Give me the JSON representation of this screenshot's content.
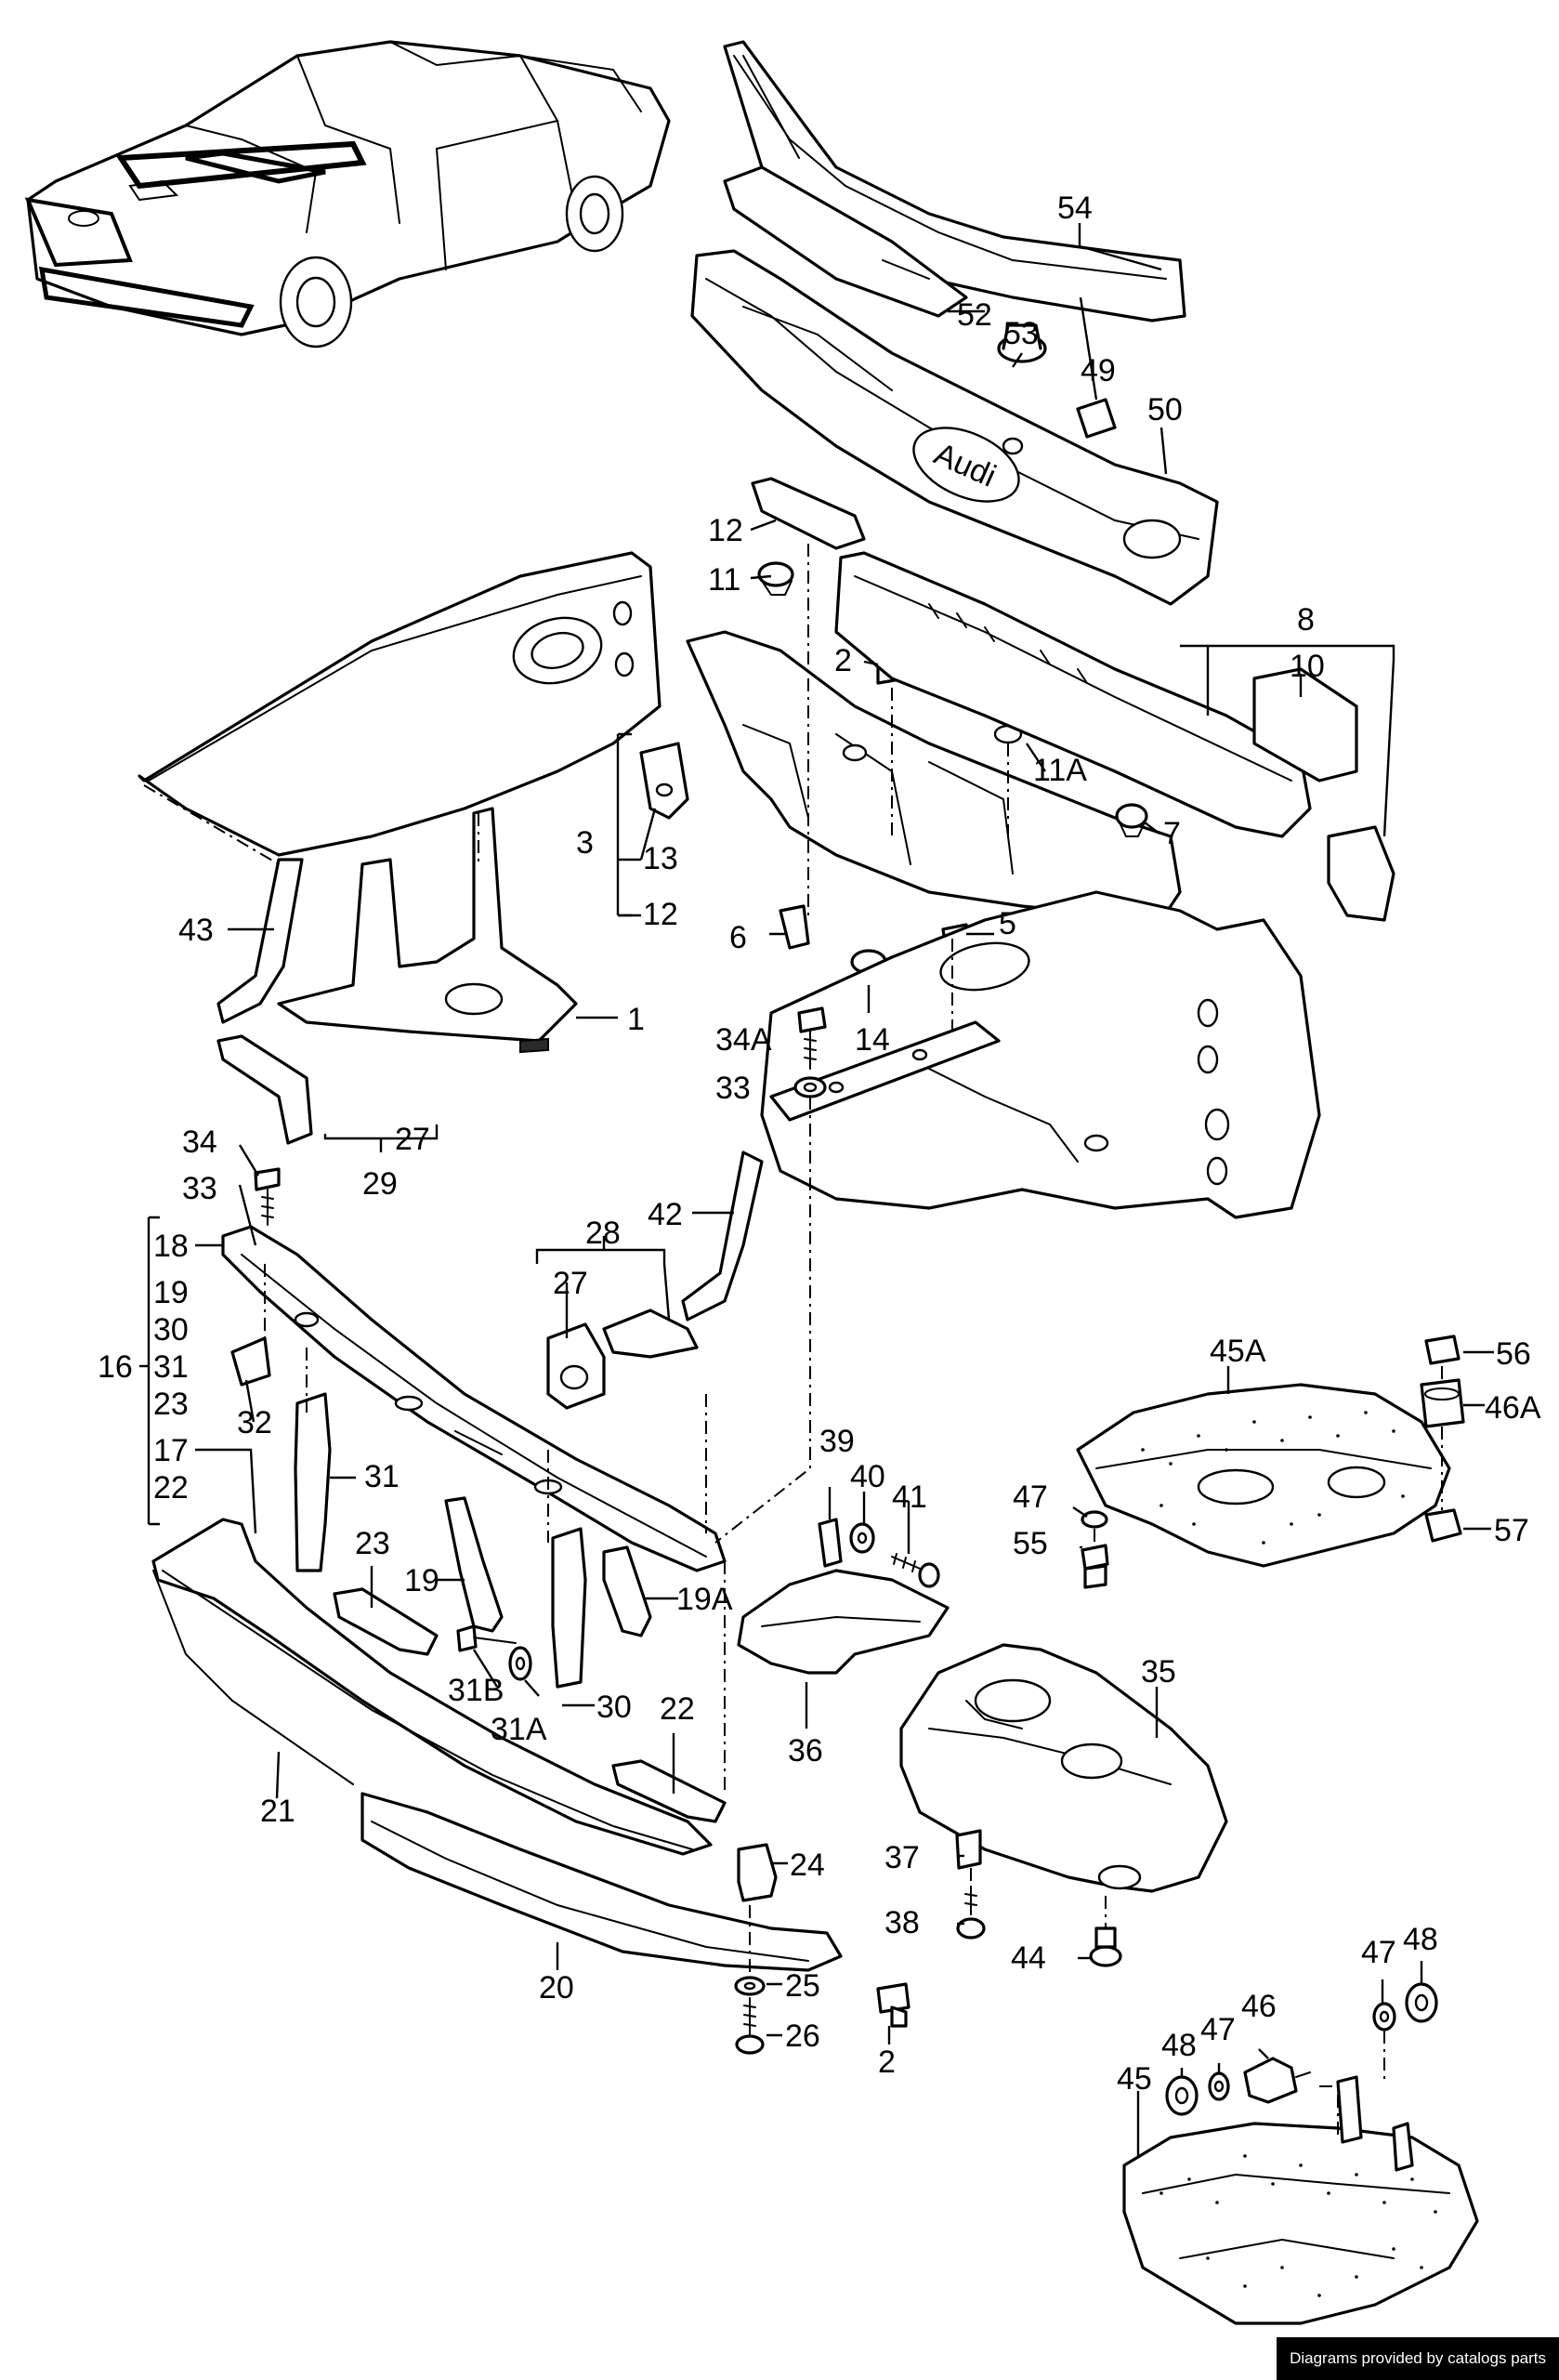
{
  "footer": {
    "text": "Diagrams provided by catalogs parts"
  },
  "badge": {
    "logo_text": "Audi"
  },
  "callouts": {
    "c54": "54",
    "c52": "52",
    "c53": "53",
    "c49": "49",
    "c50": "50",
    "c12a": "12",
    "c11": "11",
    "c2a": "2",
    "c11A": "11A",
    "c8": "8",
    "c10": "10",
    "c7": "7",
    "c3": "3",
    "c13": "13",
    "c12b": "12",
    "c6": "6",
    "c5": "5",
    "c14": "14",
    "c43": "43",
    "c1": "1",
    "c34A": "34A",
    "c33a": "33",
    "c27a": "27",
    "c29": "29",
    "c34": "34",
    "c33b": "33",
    "c42": "42",
    "c28": "28",
    "c27b": "27",
    "c18": "18",
    "c19a": "19",
    "c30a": "30",
    "c31a": "31",
    "c23a": "23",
    "c16": "16",
    "c17": "17",
    "c22a": "22",
    "c32": "32",
    "c31b": "31",
    "c23b": "23",
    "c19b": "19",
    "c19A": "19A",
    "c31B": "31B",
    "c31A": "31A",
    "c30b": "30",
    "c22b": "22",
    "c21": "21",
    "c24": "24",
    "c20": "20",
    "c25": "25",
    "c26": "26",
    "c2b": "2",
    "c39": "39",
    "c40": "40",
    "c41": "41",
    "c36": "36",
    "c35": "35",
    "c37": "37",
    "c38": "38",
    "c44": "44",
    "c45A": "45A",
    "c56": "56",
    "c46A": "46A",
    "c47a": "47",
    "c55": "55",
    "c57": "57",
    "c47b": "47",
    "c48a": "48",
    "c45": "45",
    "c48b": "48",
    "c47c": "47",
    "c46": "46"
  }
}
